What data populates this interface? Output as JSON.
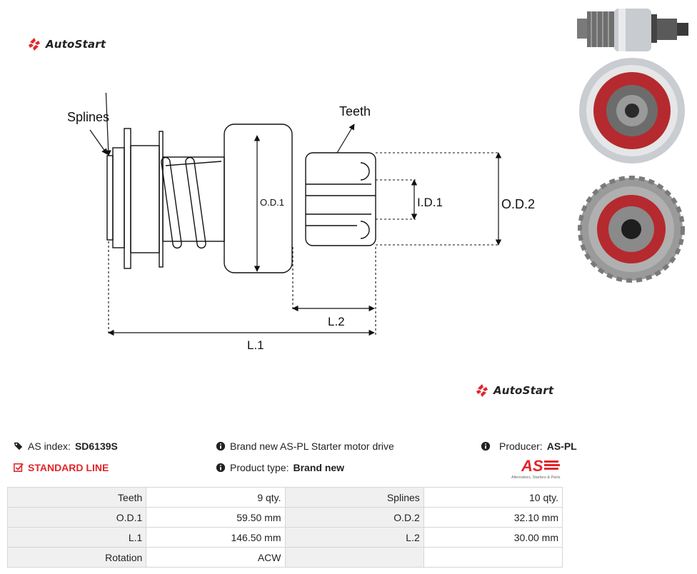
{
  "brand": {
    "name": "AutoStart"
  },
  "diagram": {
    "labels": {
      "splines": "Splines",
      "teeth": "Teeth",
      "od1": "O.D.1",
      "od2": "O.D.2",
      "id1": "I.D.1",
      "l1": "L.1",
      "l2": "L.2"
    }
  },
  "info": {
    "as_index_label": "AS index:",
    "as_index_value": "SD6139S",
    "line": "STANDARD LINE",
    "description": "Brand new AS-PL Starter motor drive",
    "product_type_label": "Product type:",
    "product_type_value": "Brand new",
    "producer_label": "Producer:",
    "producer_value": "AS-PL"
  },
  "producer_logo": {
    "mark": "AS",
    "tagline": "Alternators, Starters & Parts",
    "accent": "#e0262b"
  },
  "specs": {
    "rows": [
      {
        "k1": "Teeth",
        "v1": "9 qty.",
        "k2": "Splines",
        "v2": "10 qty."
      },
      {
        "k1": "O.D.1",
        "v1": "59.50 mm",
        "k2": "O.D.2",
        "v2": "32.10 mm"
      },
      {
        "k1": "L.1",
        "v1": "146.50 mm",
        "k2": "L.2",
        "v2": "30.00 mm"
      },
      {
        "k1": "Rotation",
        "v1": "ACW",
        "k2": "",
        "v2": ""
      }
    ]
  },
  "icons": {
    "tag": "tag-icon",
    "info": "info-circle-icon",
    "check": "check-square-icon"
  }
}
